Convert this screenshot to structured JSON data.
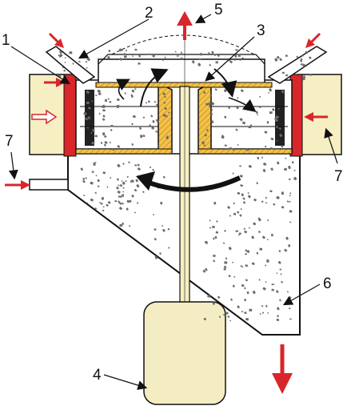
{
  "colors": {
    "background": "#ffffff",
    "line": "#111111",
    "housing_wall": "#f6efc3",
    "red_liner": "#d8262b",
    "rotor_gold": "#f2c24a",
    "rotor_hatch": "#c98d18",
    "motor_fill": "#f4edc3",
    "flow_arrow": "#d8262b",
    "particles": "#6a6a6a"
  },
  "callouts": [
    {
      "id": "label-1",
      "text": "1"
    },
    {
      "id": "label-2",
      "text": "2"
    },
    {
      "id": "label-3",
      "text": "3"
    },
    {
      "id": "label-4",
      "text": "4"
    },
    {
      "id": "label-5",
      "text": "5"
    },
    {
      "id": "label-6",
      "text": "6"
    },
    {
      "id": "label-7-left",
      "text": "7"
    },
    {
      "id": "label-7-right",
      "text": "7"
    }
  ],
  "icons": {
    "flow_arrows": "red-arrow-icon",
    "rotation_arrow": "curved-rotation-arrow-icon",
    "internal_flow": "curved-flow-arrow-icon"
  }
}
